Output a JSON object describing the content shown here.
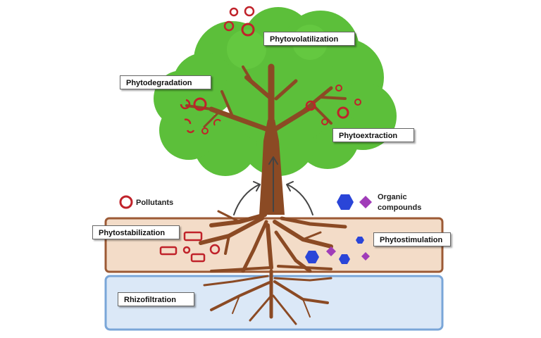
{
  "labels": {
    "phytovolatilization": "Phytovolatilization",
    "phytodegradation": "Phytodegradation",
    "phytoextraction": "Phytoextraction",
    "phytostabilization": "Phytostabilization",
    "phytostimulation": "Phytostimulation",
    "rhizofiltration": "Rhizofiltration"
  },
  "legend": {
    "pollutants": "Pollutants",
    "organic_line1": "Organic",
    "organic_line2": "compounds"
  },
  "colors": {
    "canopy": "#5cbf3a",
    "trunk": "#8b4a24",
    "pollutant": "#c0222a",
    "organic_hexagon": "#2a45d8",
    "organic_diamond": "#a03cb8",
    "soil": "#f3dcc8",
    "soil_border": "#9c5a35",
    "water": "#dbe8f7",
    "water_border": "#7aa6d8"
  },
  "icons": [
    "pollutant-ring-icon",
    "organic-hexagon-icon",
    "organic-diamond-icon",
    "uptake-arrow-icon"
  ]
}
